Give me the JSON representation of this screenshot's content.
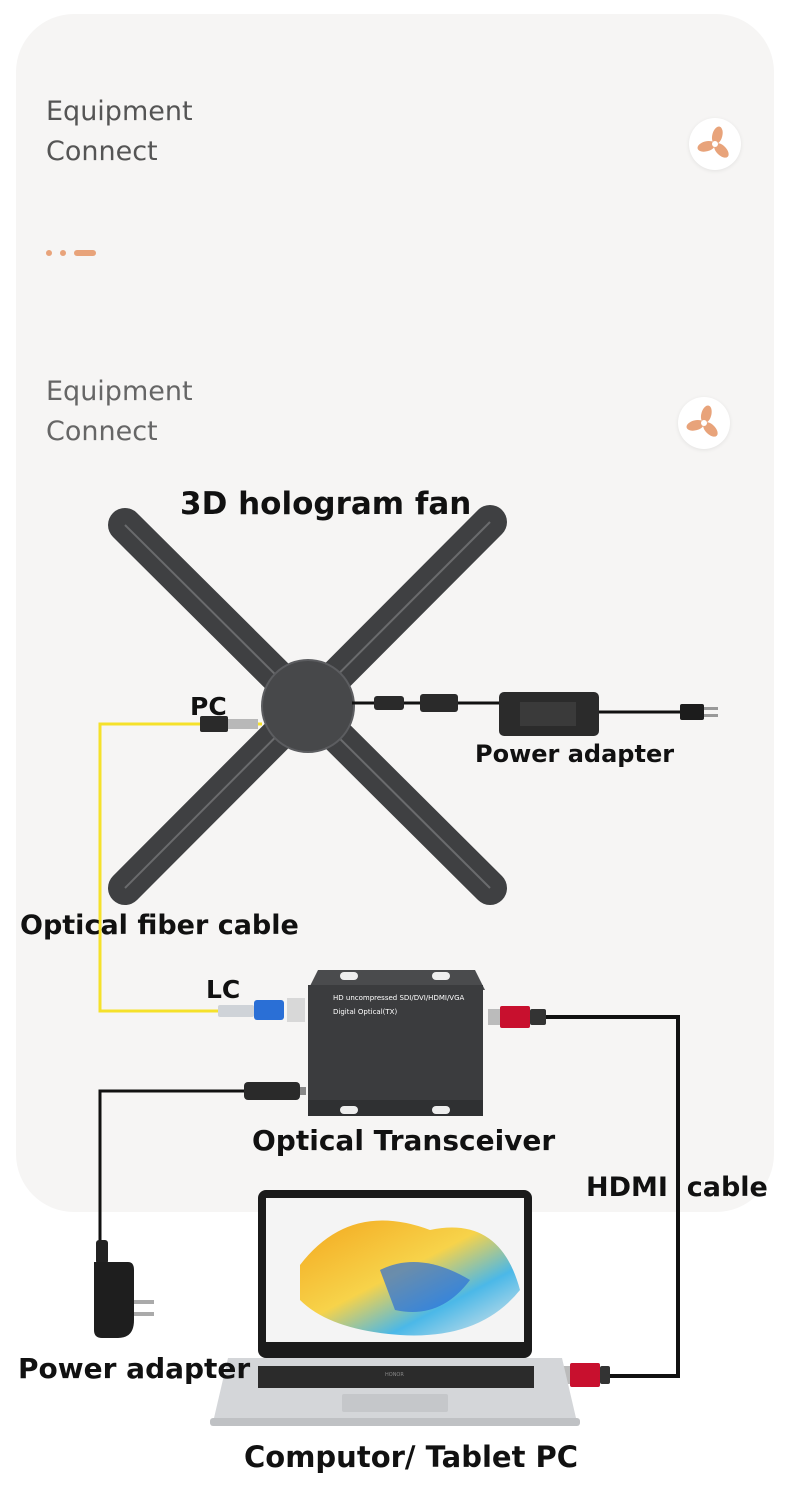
{
  "header1": {
    "title": "Equipment\nConnect"
  },
  "header2": {
    "title": "Equipment\nConnect"
  },
  "icons": {
    "header_icon": "fan-icon"
  },
  "colors": {
    "accent": "#e8a37a",
    "fiber": "#f5e12a",
    "cable": "#111111",
    "hdmi_red": "#c8102e"
  },
  "labels": {
    "fan": "3D hologram fan",
    "pc": "PC",
    "power_adapter_top": "Power adapter",
    "fiber_cable": "Optical fiber cable",
    "lc": "LC",
    "transceiver_text_line1": "HD uncompressed SDI/DVI/HDMI/VGA",
    "transceiver_text_line2": "Digital Optical(TX)",
    "transceiver": "Optical Transceiver",
    "hdmi_cable": "HDMI  cable",
    "power_adapter_bottom": "Power adapter",
    "laptop_brand": "HONOR",
    "computer": "Computor/ Tablet PC"
  }
}
